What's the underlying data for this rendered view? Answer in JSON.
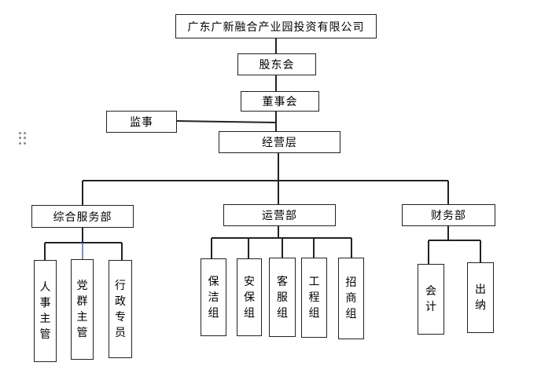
{
  "org": {
    "company": "广东广新融合产业园投资有限公司",
    "shareholders": "股东会",
    "board": "董事会",
    "supervisor": "监事",
    "management": "经营层",
    "departments": {
      "general": {
        "label": "综合服务部",
        "units": [
          "人事主管",
          "党群主管",
          "行政专员"
        ]
      },
      "operations": {
        "label": "运营部",
        "units": [
          "保洁组",
          "安保组",
          "客服组",
          "工程组",
          "招商组"
        ]
      },
      "finance": {
        "label": "财务部",
        "units": [
          "会计",
          "出纳"
        ]
      }
    }
  }
}
